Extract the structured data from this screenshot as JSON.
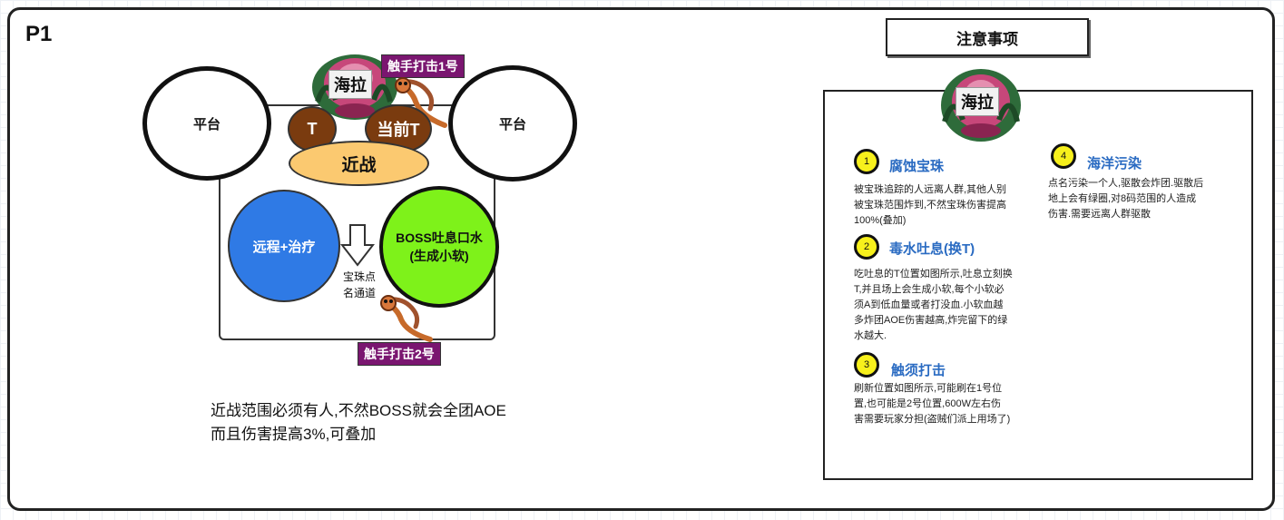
{
  "phase": "P1",
  "diagram": {
    "platform_left": "平台",
    "platform_right": "平台",
    "boss": "海拉",
    "tank_main": "T",
    "tank_current": "当前T",
    "melee": "近战",
    "ranged_heal": "远程+治疗",
    "breath_line1": "BOSS吐息口水",
    "breath_line2": "(生成小软)",
    "orb_path_line1": "宝珠点",
    "orb_path_line2": "名通道",
    "tentacle_1": "触手打击1号",
    "tentacle_2": "触手打击2号"
  },
  "melee_note": {
    "line1": "近战范围必须有人,不然BOSS就会全团AOE",
    "line2": "而且伤害提高3%,可叠加"
  },
  "notes": {
    "header": "注意事项",
    "boss": "海拉",
    "items": [
      {
        "num": "1",
        "title": "腐蚀宝珠",
        "desc": [
          "被宝珠追踪的人远离人群,其他人别",
          "被宝珠范围炸到,不然宝珠伤害提高",
          "100%(叠加)"
        ]
      },
      {
        "num": "2",
        "title": "毒水吐息(换T)",
        "desc": [
          "吃吐息的T位置如图所示,吐息立刻换",
          "T,并且场上会生成小软,每个小软必",
          "须A到低血量或者打没血.小软血越",
          "多炸团AOE伤害越高,炸完留下的绿",
          "水越大."
        ]
      },
      {
        "num": "3",
        "title": "触须打击",
        "desc": [
          "刷新位置如图所示,可能刷在1号位",
          "置,也可能是2号位置,600W左右伤",
          "害需要玩家分担(盗贼们派上用场了)"
        ]
      },
      {
        "num": "4",
        "title": "海洋污染",
        "desc": [
          "点名污染一个人,驱散会炸团.驱散后",
          "地上会有绿圈,对8码范围的人造成",
          "伤害.需要远离人群驱散"
        ]
      }
    ]
  },
  "colors": {
    "tank": "#7a3b0f",
    "melee": "#fbc970",
    "ranged": "#2f7ae5",
    "breath": "#7ef21a",
    "tag": "#7a1670",
    "number_badge": "#f7f01c",
    "item_title": "#2a6bc2"
  }
}
